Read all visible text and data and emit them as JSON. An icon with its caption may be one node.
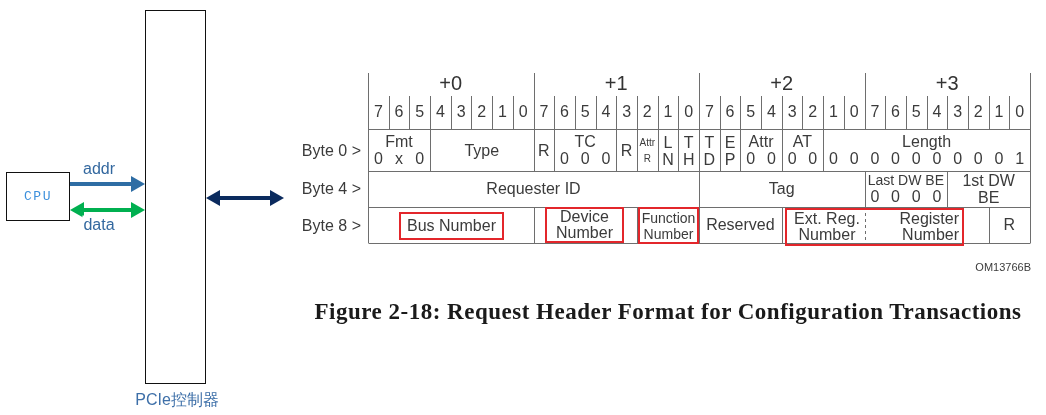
{
  "diagram": {
    "caption": "Figure 2-18: Request Header Format for Configuration Transactions",
    "nodes": [
      {
        "text": [
          "CPU"
        ]
      },
      {
        "text": [
          "PCIe控制器"
        ]
      },
      {
        "text": [],
        "shape": "table"
      },
      {
        "text": [
          "Bus Number"
        ],
        "in": 2
      },
      {
        "text": [
          "Device Number"
        ],
        "in": 2
      },
      {
        "text": [
          "Function Number"
        ],
        "in": 2
      },
      {
        "text": [
          "Ext. Reg. Number",
          "Register Number"
        ],
        "in": 2
      }
    ],
    "edges": [
      {
        "from": 0,
        "to": 1,
        "arrow": "to",
        "label": "addr",
        "color": "#2e6da4"
      },
      {
        "from": 0,
        "to": 1,
        "arrow": "both",
        "label": "data",
        "color": "#00b050"
      },
      {
        "from": 1,
        "to": 2,
        "arrow": "both",
        "color": "#0b2b5e"
      }
    ],
    "labels": [
      "+0",
      "+1",
      "+2",
      "+3",
      "7",
      "6",
      "5",
      "4",
      "3",
      "2",
      "1",
      "0",
      "7",
      "6",
      "5",
      "4",
      "3",
      "2",
      "1",
      "0",
      "7",
      "6",
      "5",
      "4",
      "3",
      "2",
      "1",
      "0",
      "7",
      "6",
      "5",
      "4",
      "3",
      "2",
      "1",
      "0",
      "Byte 0 >",
      "Fmt",
      "0 x 0",
      "Type",
      "R",
      "TC",
      "0 0 0",
      "R",
      "Attr",
      "R",
      "L N",
      "T H",
      "T D",
      "E P",
      "Attr",
      "0 0",
      "AT",
      "0 0",
      "Length",
      "0 0 0 0 0 0 0 0 0 1",
      "Byte 4 >",
      "Requester ID",
      "Tag",
      "Last DW BE",
      "0 0 0 0",
      "1st DW BE",
      "Byte 8 >",
      "Reserved",
      "R",
      "OM13766B"
    ]
  }
}
